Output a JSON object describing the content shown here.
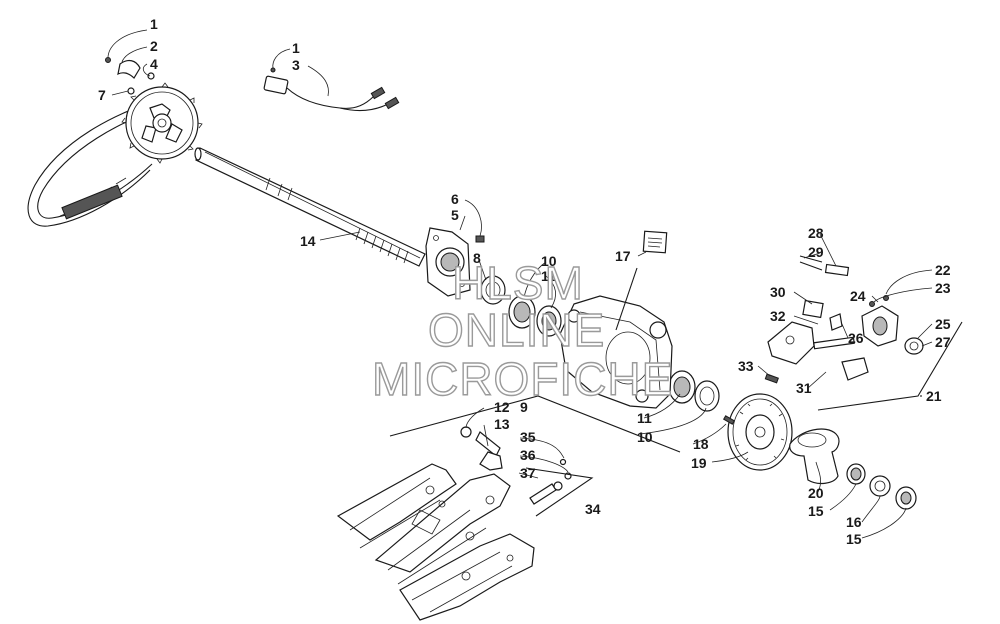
{
  "callouts": {
    "c1a": "1",
    "c2": "2",
    "c4": "4",
    "c7": "7",
    "c1b": "1",
    "c3": "3",
    "c6": "6",
    "c5": "5",
    "c14": "14",
    "c8": "8",
    "c10a": "10",
    "c11a": "11",
    "c17": "17",
    "c9": "9",
    "c11b": "11",
    "c10b": "10",
    "c12": "12",
    "c13": "13",
    "c35": "35",
    "c36": "36",
    "c37": "37",
    "c34": "34",
    "c18": "18",
    "c19": "19",
    "c28": "28",
    "c29": "29",
    "c22": "22",
    "c23": "23",
    "c24": "24",
    "c30": "30",
    "c32": "32",
    "c26": "26",
    "c25": "25",
    "c27": "27",
    "c33": "33",
    "c31": "31",
    "c21": "21",
    "c20": "20",
    "c15a": "15",
    "c16": "16",
    "c15b": "15"
  },
  "watermark": {
    "line1": "HLSM",
    "line2": "ONLINE",
    "line3": "MICROFICHE"
  }
}
